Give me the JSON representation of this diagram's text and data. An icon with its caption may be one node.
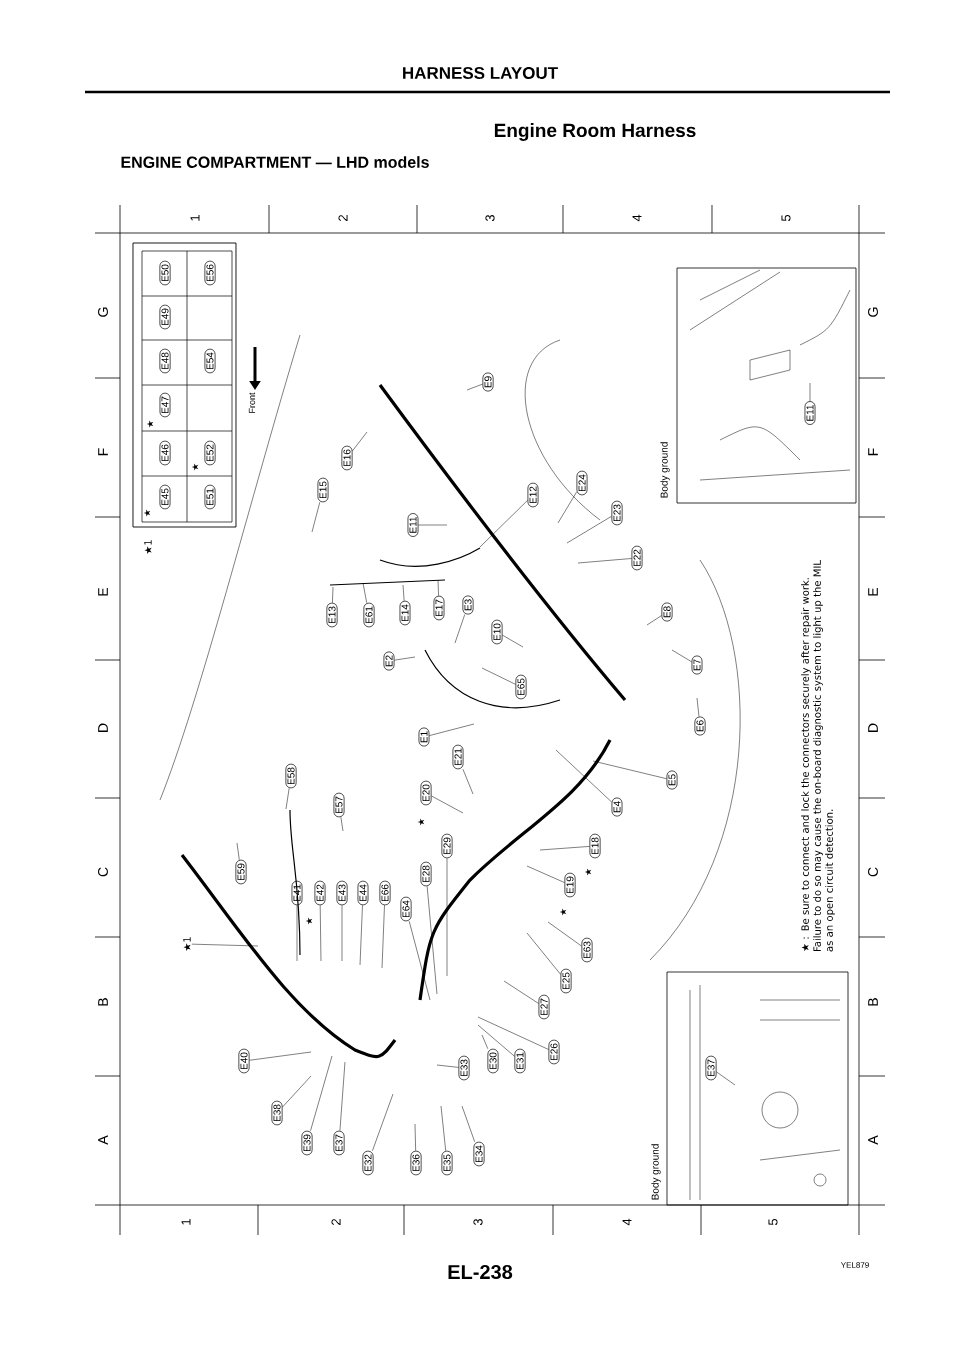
{
  "diagram": {
    "title": "HARNESS LAYOUT",
    "nodes": [
      {
        "text": [],
        "shape": "box"
      },
      {
        "text": [
          "E50"
        ],
        "in": 0
      },
      {
        "text": [
          "E49"
        ],
        "in": 0
      },
      {
        "text": [
          "E48"
        ],
        "in": 0
      },
      {
        "text": [
          "E47"
        ],
        "in": 0
      },
      {
        "text": [
          "E46"
        ],
        "in": 0
      },
      {
        "text": [
          "E45"
        ],
        "in": 0
      },
      {
        "text": [
          "E56"
        ],
        "in": 0
      },
      {
        "text": [
          "E54"
        ],
        "in": 0
      },
      {
        "text": [
          "E52"
        ],
        "in": 0
      },
      {
        "text": [
          "E51"
        ],
        "in": 0
      },
      {
        "text": [
          "Body ground"
        ]
      },
      {
        "text": [
          "E11"
        ],
        "in": 11
      },
      {
        "text": [
          "E15"
        ]
      },
      {
        "text": [
          "E16"
        ]
      },
      {
        "text": [
          "E11"
        ]
      },
      {
        "text": [
          "E13"
        ]
      },
      {
        "text": [
          "E61"
        ]
      },
      {
        "text": [
          "E14"
        ]
      },
      {
        "text": [
          "E17"
        ]
      },
      {
        "text": [
          "E3"
        ]
      },
      {
        "text": [
          "E9"
        ]
      },
      {
        "text": [
          "E12"
        ]
      },
      {
        "text": [
          "E24"
        ]
      },
      {
        "text": [
          "E23"
        ]
      },
      {
        "text": [
          "E22"
        ]
      },
      {
        "text": [
          "E8"
        ]
      },
      {
        "text": [
          "E10"
        ]
      },
      {
        "text": [
          "E7"
        ]
      },
      {
        "text": [
          "E2"
        ]
      },
      {
        "text": [
          "E65"
        ]
      },
      {
        "text": [
          "E1"
        ]
      },
      {
        "text": [
          "E6"
        ]
      },
      {
        "text": [
          "E5"
        ]
      },
      {
        "text": [
          "E21"
        ]
      },
      {
        "text": [
          "E20"
        ]
      },
      {
        "text": [
          "E4"
        ]
      },
      {
        "text": [
          "E58"
        ]
      },
      {
        "text": [
          "E57"
        ]
      },
      {
        "text": [
          "E59"
        ]
      },
      {
        "text": [
          "E29"
        ]
      },
      {
        "text": [
          "E28"
        ]
      },
      {
        "text": [
          "E64"
        ]
      },
      {
        "text": [
          "E41"
        ]
      },
      {
        "text": [
          "E42"
        ]
      },
      {
        "text": [
          "E43"
        ]
      },
      {
        "text": [
          "E44"
        ]
      },
      {
        "text": [
          "E66"
        ]
      },
      {
        "text": [
          "E18"
        ]
      },
      {
        "text": [
          "E19"
        ]
      },
      {
        "text": [
          "E63"
        ]
      },
      {
        "text": [
          "E25"
        ]
      },
      {
        "text": [
          "E27"
        ]
      },
      {
        "text": [
          "E26"
        ]
      },
      {
        "text": [
          "E31"
        ]
      },
      {
        "text": [
          "E30"
        ]
      },
      {
        "text": [
          "E33"
        ]
      },
      {
        "text": [
          "E40"
        ]
      },
      {
        "text": [
          "E38"
        ]
      },
      {
        "text": [
          "E39"
        ]
      },
      {
        "text": [
          "E37"
        ]
      },
      {
        "text": [
          "E32"
        ]
      },
      {
        "text": [
          "E36"
        ]
      },
      {
        "text": [
          "E35"
        ]
      },
      {
        "text": [
          "E34"
        ]
      },
      {
        "text": [
          "★1"
        ]
      },
      {
        "text": [
          "Body ground"
        ]
      },
      {
        "text": [
          "E37"
        ],
        "in": 66
      }
    ],
    "edges": [
      {
        "from": 12,
        "to": null,
        "arrow": "none"
      },
      {
        "from": 13,
        "to": null,
        "arrow": "none"
      },
      {
        "from": 14,
        "to": null,
        "arrow": "none"
      },
      {
        "from": 15,
        "to": null,
        "arrow": "none"
      },
      {
        "from": 16,
        "to": null,
        "arrow": "none"
      },
      {
        "from": 17,
        "to": null,
        "arrow": "none"
      },
      {
        "from": 18,
        "to": null,
        "arrow": "none"
      },
      {
        "from": 19,
        "to": null,
        "arrow": "none"
      },
      {
        "from": 20,
        "to": null,
        "arrow": "none"
      },
      {
        "from": 21,
        "to": null,
        "arrow": "none"
      },
      {
        "from": 22,
        "to": null,
        "arrow": "none"
      },
      {
        "from": 23,
        "to": null,
        "arrow": "none"
      },
      {
        "from": 24,
        "to": null,
        "arrow": "none"
      },
      {
        "from": 25,
        "to": null,
        "arrow": "none"
      },
      {
        "from": 26,
        "to": null,
        "arrow": "none"
      },
      {
        "from": 27,
        "to": null,
        "arrow": "none"
      },
      {
        "from": 28,
        "to": null,
        "arrow": "none"
      },
      {
        "from": 29,
        "to": null,
        "arrow": "none"
      },
      {
        "from": 30,
        "to": null,
        "arrow": "none"
      },
      {
        "from": 31,
        "to": null,
        "arrow": "none"
      },
      {
        "from": 32,
        "to": null,
        "arrow": "none"
      },
      {
        "from": 33,
        "to": null,
        "arrow": "none"
      },
      {
        "from": 34,
        "to": null,
        "arrow": "none"
      },
      {
        "from": 35,
        "to": null,
        "arrow": "none"
      },
      {
        "from": 36,
        "to": null,
        "arrow": "none"
      },
      {
        "from": 37,
        "to": null,
        "arrow": "none"
      },
      {
        "from": 38,
        "to": null,
        "arrow": "none"
      },
      {
        "from": 39,
        "to": null,
        "arrow": "none"
      },
      {
        "from": 40,
        "to": null,
        "arrow": "none"
      },
      {
        "from": 41,
        "to": null,
        "arrow": "none"
      },
      {
        "from": 42,
        "to": null,
        "arrow": "none"
      },
      {
        "from": 43,
        "to": null,
        "arrow": "none"
      },
      {
        "from": 44,
        "to": null,
        "arrow": "none"
      },
      {
        "from": 45,
        "to": null,
        "arrow": "none"
      },
      {
        "from": 46,
        "to": null,
        "arrow": "none"
      },
      {
        "from": 47,
        "to": null,
        "arrow": "none"
      },
      {
        "from": 48,
        "to": null,
        "arrow": "none"
      },
      {
        "from": 49,
        "to": null,
        "arrow": "none"
      },
      {
        "from": 50,
        "to": null,
        "arrow": "none"
      },
      {
        "from": 51,
        "to": null,
        "arrow": "none"
      },
      {
        "from": 52,
        "to": null,
        "arrow": "none"
      },
      {
        "from": 53,
        "to": null,
        "arrow": "none"
      },
      {
        "from": 54,
        "to": null,
        "arrow": "none"
      },
      {
        "from": 55,
        "to": null,
        "arrow": "none"
      },
      {
        "from": 56,
        "to": null,
        "arrow": "none"
      },
      {
        "from": 57,
        "to": null,
        "arrow": "none"
      },
      {
        "from": 58,
        "to": null,
        "arrow": "none"
      },
      {
        "from": 59,
        "to": null,
        "arrow": "none"
      },
      {
        "from": 60,
        "to": null,
        "arrow": "none"
      },
      {
        "from": 61,
        "to": null,
        "arrow": "none"
      },
      {
        "from": 62,
        "to": null,
        "arrow": "none"
      },
      {
        "from": 63,
        "to": null,
        "arrow": "none"
      },
      {
        "from": 64,
        "to": null,
        "arrow": "none"
      },
      {
        "from": 65,
        "to": null,
        "arrow": "none"
      },
      {
        "from": 67,
        "to": null,
        "arrow": "none"
      }
    ],
    "labels": [
      "Engine Room Harness",
      "ENGINE COMPARTMENT — LHD models",
      "1",
      "2",
      "3",
      "4",
      "5",
      "G",
      "F",
      "E",
      "D",
      "C",
      "B",
      "A",
      "G",
      "F",
      "E",
      "D",
      "C",
      "B",
      "A",
      "★",
      "★",
      "★",
      "★",
      "★",
      "★",
      "★",
      "★1",
      "Front",
      "★ : Be sure to connect and lock the connectors securely after repair work. Failure to do so may cause the on-board diagnostic system to light up the MIL as an open circuit detection.",
      "1",
      "2",
      "3",
      "4",
      "5",
      "EL-238",
      "YEL879"
    ]
  }
}
